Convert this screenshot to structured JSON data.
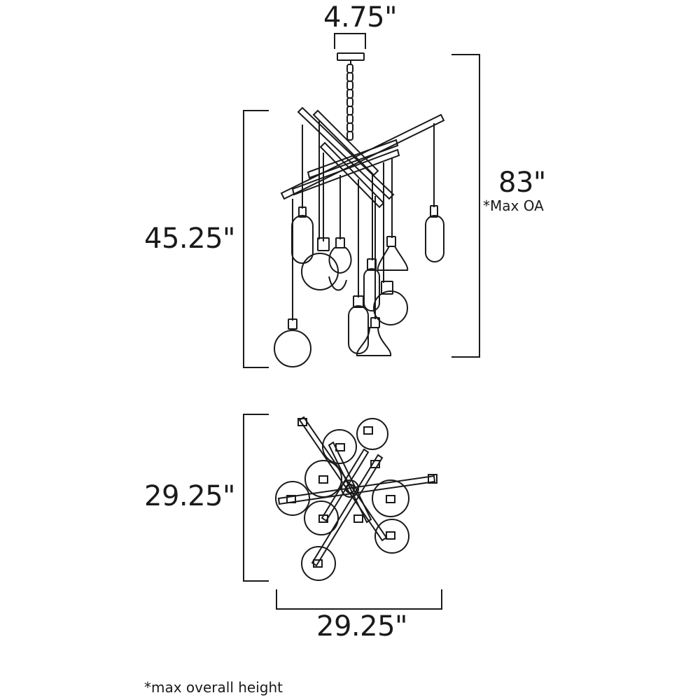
{
  "dimensions": {
    "canopy_width": "4.75\"",
    "max_overall_height": "83\"",
    "max_oa_note": "*Max OA",
    "fixture_height": "45.25\"",
    "plan_depth": "29.25\"",
    "plan_width": "29.25\""
  },
  "footnote": "*max overall height",
  "colors": {
    "line": "#1a1a1a",
    "background": "#ffffff"
  }
}
